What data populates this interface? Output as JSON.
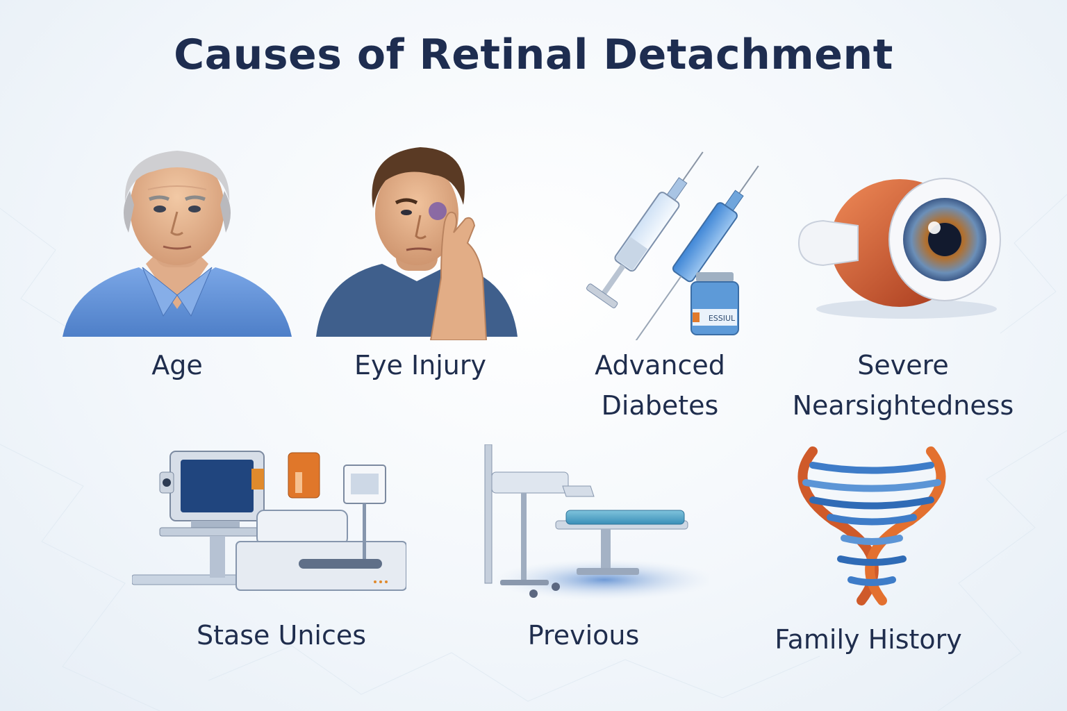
{
  "title": "Causes of Retinal Detachment",
  "items": [
    {
      "id": "age",
      "label_lines": [
        "Age"
      ],
      "icon": "elderly-man-portrait"
    },
    {
      "id": "eye-injury",
      "label_lines": [
        "Eye Injury"
      ],
      "icon": "man-rubbing-eye"
    },
    {
      "id": "advanced-diabetes",
      "label_lines": [
        "Advanced",
        "Diabetes"
      ],
      "icon": "syringes-and-vial",
      "vial_label": "ESSIUL"
    },
    {
      "id": "severe-nearsightedness",
      "label_lines": [
        "Severe",
        "Nearsightedness"
      ],
      "icon": "eyeball"
    },
    {
      "id": "stase-unices",
      "label_lines": [
        "Stase Unices"
      ],
      "icon": "medical-equipment"
    },
    {
      "id": "previous",
      "label_lines": [
        "Previous"
      ],
      "icon": "surgical-chair"
    },
    {
      "id": "family-history",
      "label_lines": [
        "Family History"
      ],
      "icon": "dna-helix"
    }
  ],
  "colors": {
    "title": "#1e2d50",
    "accent_blue": "#4a86c8",
    "accent_orange": "#d8622e",
    "shirt_blue": "#6c9be0"
  }
}
